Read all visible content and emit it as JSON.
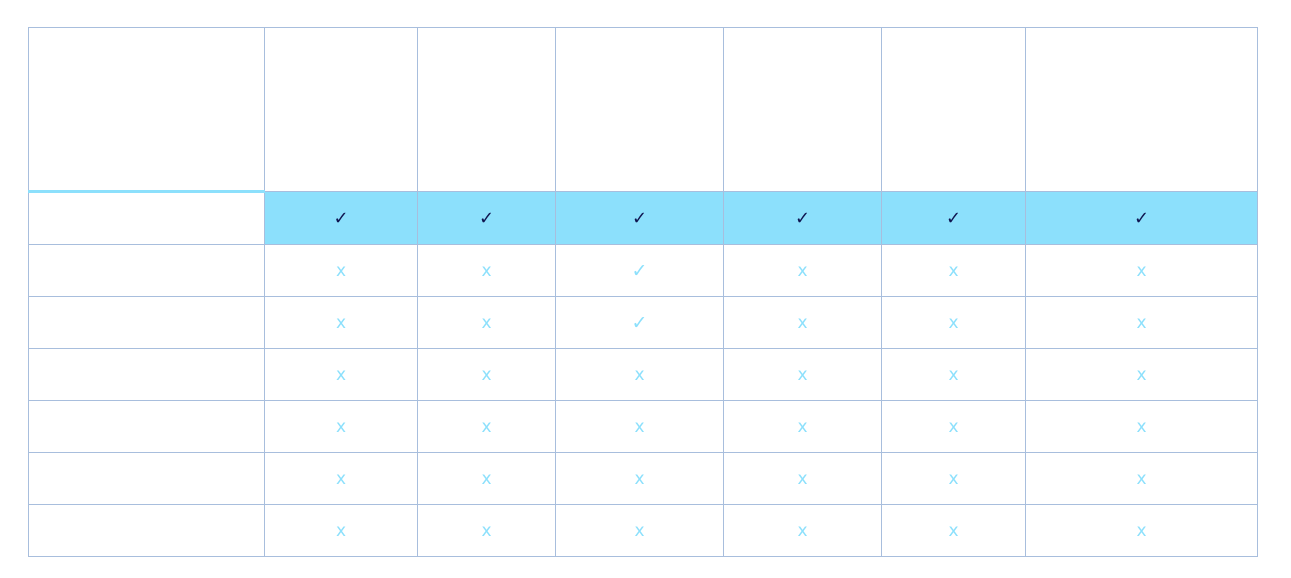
{
  "table": {
    "columns": [
      "",
      "",
      "",
      "",
      "",
      "",
      ""
    ],
    "rows": [
      {
        "label": "",
        "highlight": true,
        "cells": [
          "yes",
          "yes",
          "yes",
          "yes",
          "yes",
          "yes"
        ]
      },
      {
        "label": "",
        "highlight": false,
        "cells": [
          "no",
          "no",
          "yes",
          "no",
          "no",
          "no"
        ]
      },
      {
        "label": "",
        "highlight": false,
        "cells": [
          "no",
          "no",
          "yes",
          "no",
          "no",
          "no"
        ]
      },
      {
        "label": "",
        "highlight": false,
        "cells": [
          "no",
          "no",
          "no",
          "no",
          "no",
          "no"
        ]
      },
      {
        "label": "",
        "highlight": false,
        "cells": [
          "no",
          "no",
          "no",
          "no",
          "no",
          "no"
        ]
      },
      {
        "label": "",
        "highlight": false,
        "cells": [
          "no",
          "no",
          "no",
          "no",
          "no",
          "no"
        ]
      },
      {
        "label": "",
        "highlight": false,
        "cells": [
          "no",
          "no",
          "no",
          "no",
          "no",
          "no"
        ]
      }
    ]
  },
  "icons": {
    "yes": "check-icon",
    "no": "cross-icon"
  },
  "glyphs": {
    "yes": "✓",
    "no": "x"
  },
  "colors": {
    "grid": "#a8bedd",
    "highlight": "#8ce0fc",
    "check_dark": "#0f1550",
    "mark_light": "#8ce0fc"
  }
}
